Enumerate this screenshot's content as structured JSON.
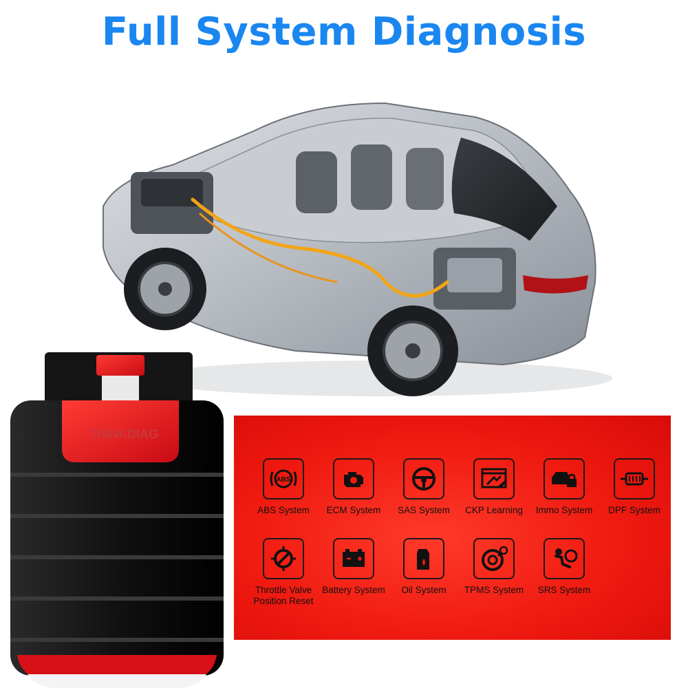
{
  "title": "Full System Diagnosis",
  "device": {
    "brand": "THINKDIAG"
  },
  "features_row1": [
    {
      "icon": "abs-icon",
      "label": "ABS System"
    },
    {
      "icon": "engine-icon",
      "label": "ECM System"
    },
    {
      "icon": "steering-wheel-icon",
      "label": "SAS System"
    },
    {
      "icon": "ckp-learning-icon",
      "label": "CKP Learning"
    },
    {
      "icon": "car-lock-icon",
      "label": "Immo System"
    },
    {
      "icon": "dpf-filter-icon",
      "label": "DPF System"
    }
  ],
  "features_row2": [
    {
      "icon": "throttle-icon",
      "label_line1": "Throttle Valve",
      "label_line2": "Position Reset"
    },
    {
      "icon": "battery-icon",
      "label": "Battery System"
    },
    {
      "icon": "oil-can-icon",
      "label": "Oil System"
    },
    {
      "icon": "tire-pressure-icon",
      "label": "TPMS System"
    },
    {
      "icon": "airbag-icon",
      "label": "SRS System"
    }
  ],
  "colors": {
    "title_blue": "#1a86f0",
    "panel_red": "#f01a10",
    "device_red": "#e8141c",
    "device_black": "#1a1a1a"
  }
}
